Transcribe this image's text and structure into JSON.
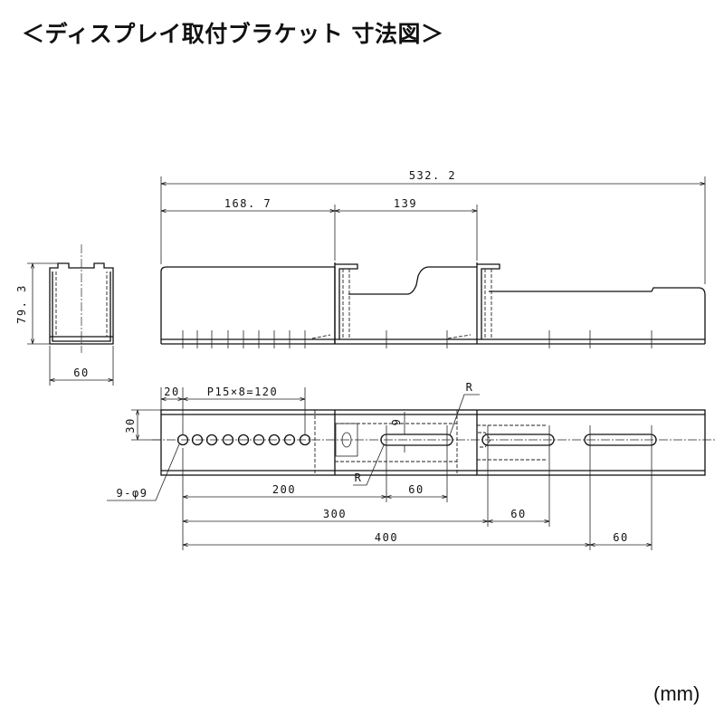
{
  "title": "＜ディスプレイ取付ブラケット 寸法図＞",
  "unit": "(mm)",
  "dimensions": {
    "total_length": "532. 2",
    "seg_a": "168. 7",
    "seg_b": "139",
    "height": "79. 3",
    "width": "60",
    "offset_20": "20",
    "pitch": "P15×8=120",
    "depth_30": "30",
    "slot_9": "9",
    "radius_top": "R",
    "radius_bottom": "R",
    "holes": "9-φ9",
    "d200": "200",
    "d60a": "60",
    "d300": "300",
    "d60b": "60",
    "d400": "400",
    "d60c": "60"
  }
}
